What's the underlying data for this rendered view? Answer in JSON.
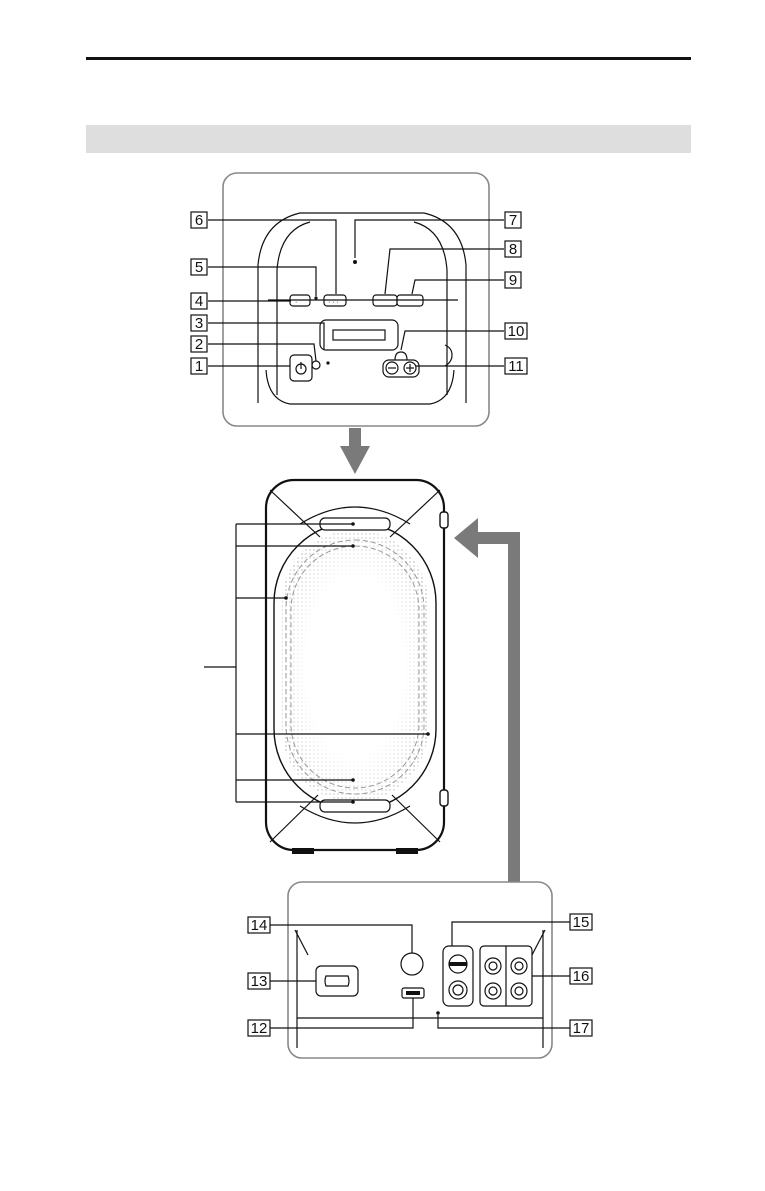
{
  "callouts": {
    "c1": "1",
    "c2": "2",
    "c3": "3",
    "c4": "4",
    "c5": "5",
    "c6": "6",
    "c7": "7",
    "c8": "8",
    "c9": "9",
    "c10": "10",
    "c11": "11",
    "c12": "12",
    "c13": "13",
    "c14": "14",
    "c15": "15",
    "c16": "16",
    "c17": "17"
  },
  "colors": {
    "arrow": "#7a7a7a",
    "band": "#dedede",
    "line": "#111111",
    "mesh": "#9a9a9a"
  },
  "icons": [
    "power-icon",
    "plus-icon",
    "minus-icon",
    "headphone-icon",
    "ac-inlet-icon",
    "usb-port-icon",
    "rca-jack-icon"
  ]
}
